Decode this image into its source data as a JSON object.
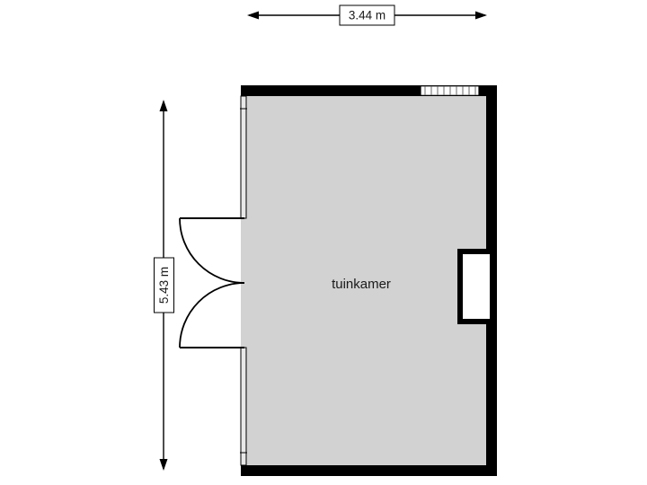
{
  "floorplan": {
    "room": {
      "label": "tuinkamer"
    },
    "dimensions": {
      "width": "3.44 m",
      "height": "5.43 m"
    },
    "colors": {
      "wall": "#000000",
      "floor": "#d2d2d2",
      "glass": "#e8e8e8",
      "background": "#ffffff",
      "text": "#1a1a1a"
    }
  }
}
